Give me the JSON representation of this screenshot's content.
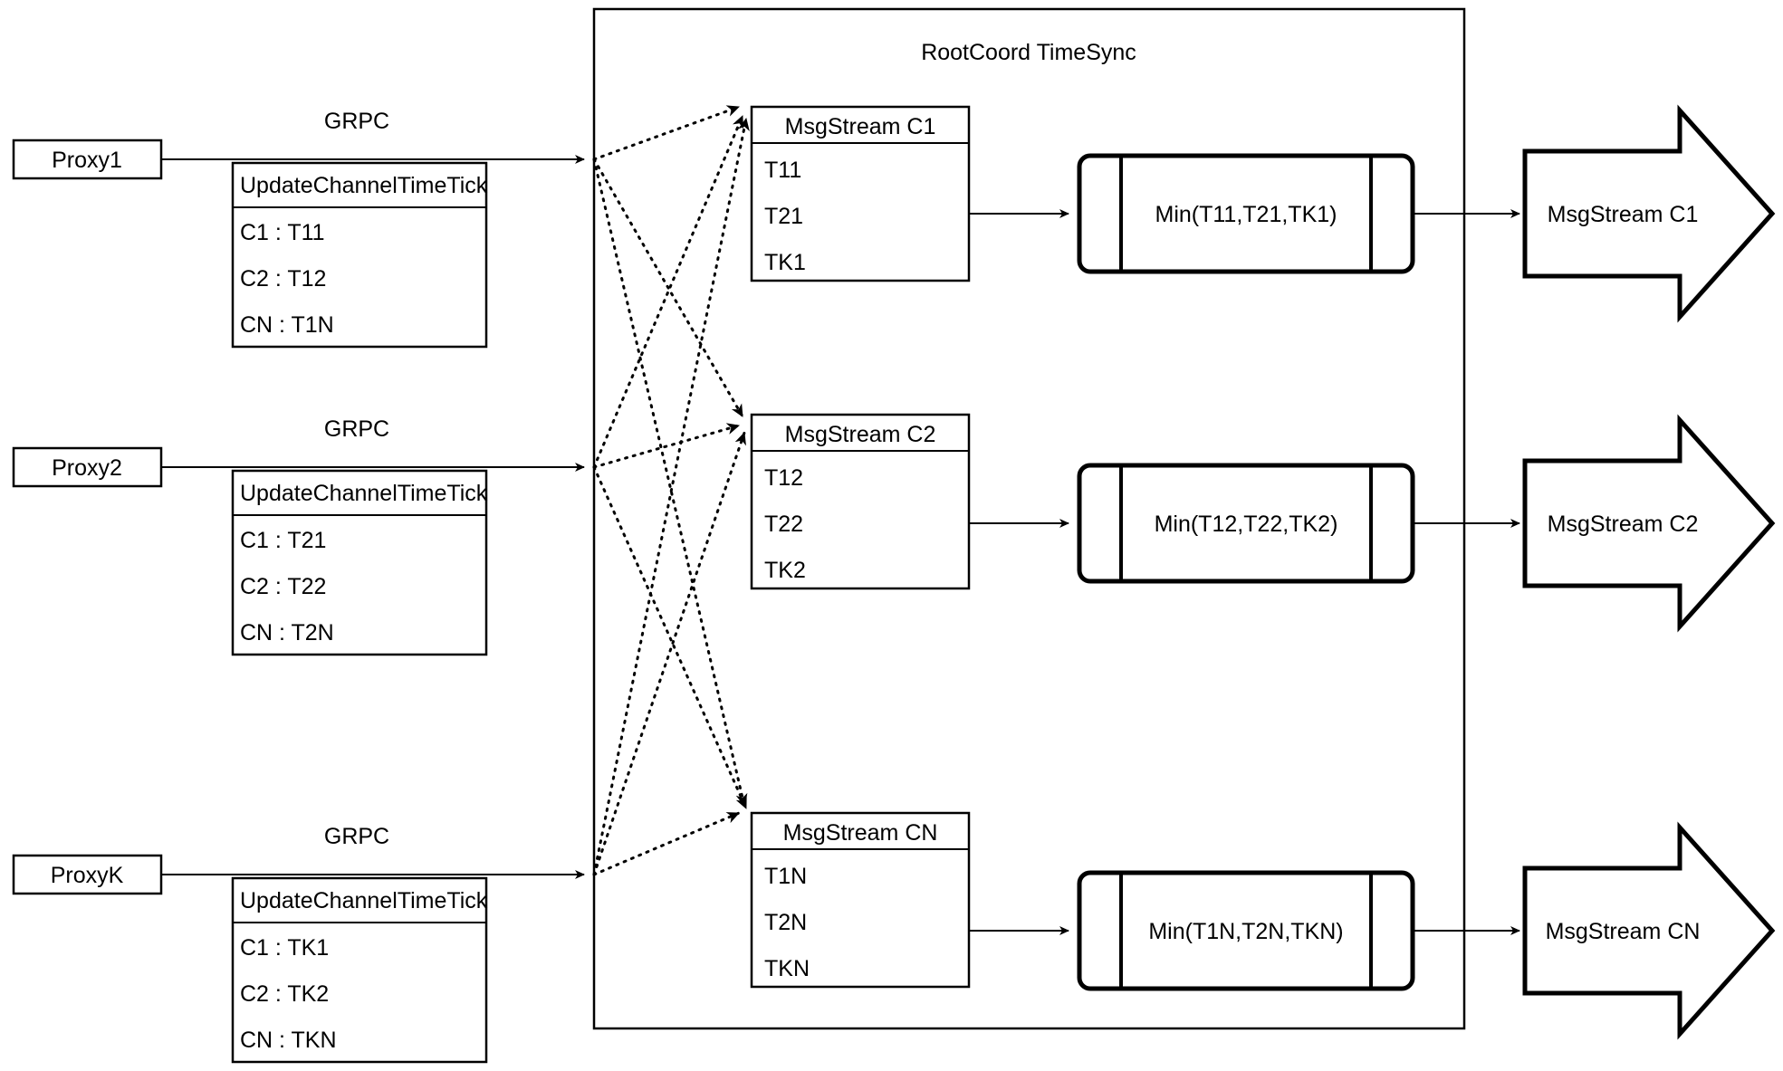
{
  "diagram": {
    "title": "RootCoord TimeSync",
    "container_label": "RootCoord TimeSync",
    "colors": {
      "stroke": "#000000",
      "background": "#ffffff",
      "text": "#000000"
    }
  },
  "proxies": [
    {
      "name": "Proxy1",
      "link_label": "GRPC",
      "request": {
        "title": "UpdateChannelTimeTick",
        "rows": [
          "C1 :  T11",
          "C2 :  T12",
          "CN : T1N"
        ]
      }
    },
    {
      "name": "Proxy2",
      "link_label": "GRPC",
      "request": {
        "title": "UpdateChannelTimeTick",
        "rows": [
          "C1 :  T21",
          "C2 :  T22",
          "CN : T2N"
        ]
      }
    },
    {
      "name": "ProxyK",
      "link_label": "GRPC",
      "request": {
        "title": "UpdateChannelTimeTick",
        "rows": [
          "C1 :  TK1",
          "C2 :  TK2",
          "CN : TKN"
        ]
      }
    }
  ],
  "channels": [
    {
      "stream": {
        "title": "MsgStream C1",
        "rows": [
          "T11",
          "T21",
          "TK1"
        ]
      },
      "process": {
        "label": "Min(T11,T21,TK1)"
      },
      "output": {
        "label": "MsgStream C1"
      }
    },
    {
      "stream": {
        "title": "MsgStream C2",
        "rows": [
          "T12",
          "T22",
          "TK2"
        ]
      },
      "process": {
        "label": "Min(T12,T22,TK2)"
      },
      "output": {
        "label": "MsgStream C2"
      }
    },
    {
      "stream": {
        "title": "MsgStream CN",
        "rows": [
          "T1N",
          "T2N",
          "TKN"
        ]
      },
      "process": {
        "label": "Min(T1N,T2N,TKN)"
      },
      "output": {
        "label": "MsgStream CN"
      }
    }
  ]
}
